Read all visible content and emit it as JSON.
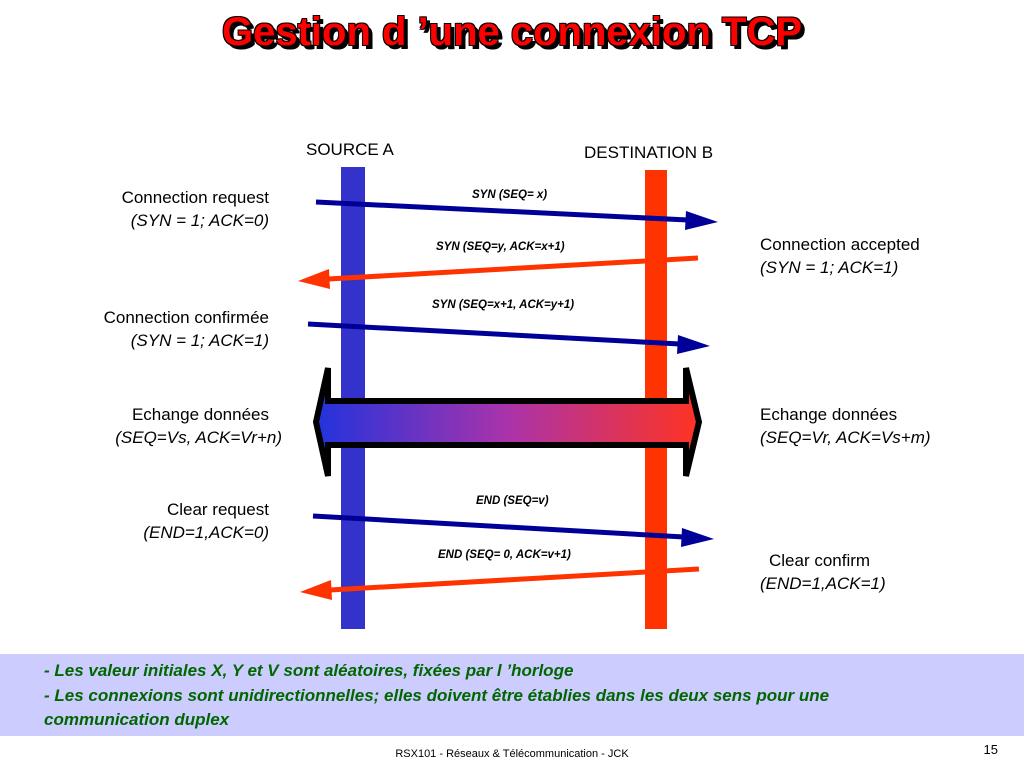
{
  "title": "Gestion d ’une connexion TCP",
  "source": {
    "label": "SOURCE A"
  },
  "destination": {
    "label": "DESTINATION B"
  },
  "steps": {
    "conn_request": {
      "main": "Connection request",
      "sub": "(SYN = 1; ACK=0)"
    },
    "conn_accepted": {
      "main": "Connection accepted",
      "sub": "(SYN = 1; ACK=1)"
    },
    "conn_confirmed": {
      "main": "Connection confirmée",
      "sub": "(SYN = 1; ACK=1)"
    },
    "exchange_left": {
      "main": "Echange données",
      "sub": "(SEQ=Vs, ACK=Vr+n)"
    },
    "exchange_right": {
      "main": "Echange données",
      "sub": "(SEQ=Vr, ACK=Vs+m)"
    },
    "clear_request": {
      "main": "Clear request",
      "sub": "(END=1,ACK=0)"
    },
    "clear_confirm": {
      "main": "Clear confirm",
      "sub": "(END=1,ACK=1)"
    }
  },
  "messages": {
    "m1": "SYN (SEQ= x)",
    "m2": "SYN (SEQ=y, ACK=x+1)",
    "m3": "SYN (SEQ=x+1, ACK=y+1)",
    "m4": "END (SEQ=v)",
    "m5": "END (SEQ= 0, ACK=v+1)"
  },
  "notes": {
    "line1": "- Les valeur initiales X, Y et V sont aléatoires, fixées par l ’horloge",
    "line2": "- Les connexions sont unidirectionnelles; elles doivent être établies dans les deux sens pour une",
    "line3": "communication duplex"
  },
  "footer": "RSX101 - Réseaux & Télécommunication - JCK",
  "page_number": "15",
  "colors": {
    "source_bar": "#3333cc",
    "destination_bar": "#ff3300",
    "arrow_to_destination": "#000099",
    "arrow_to_source": "#ff3300",
    "title": "#ff0000",
    "notes_background": "#ccccff",
    "notes_text": "#006600"
  }
}
